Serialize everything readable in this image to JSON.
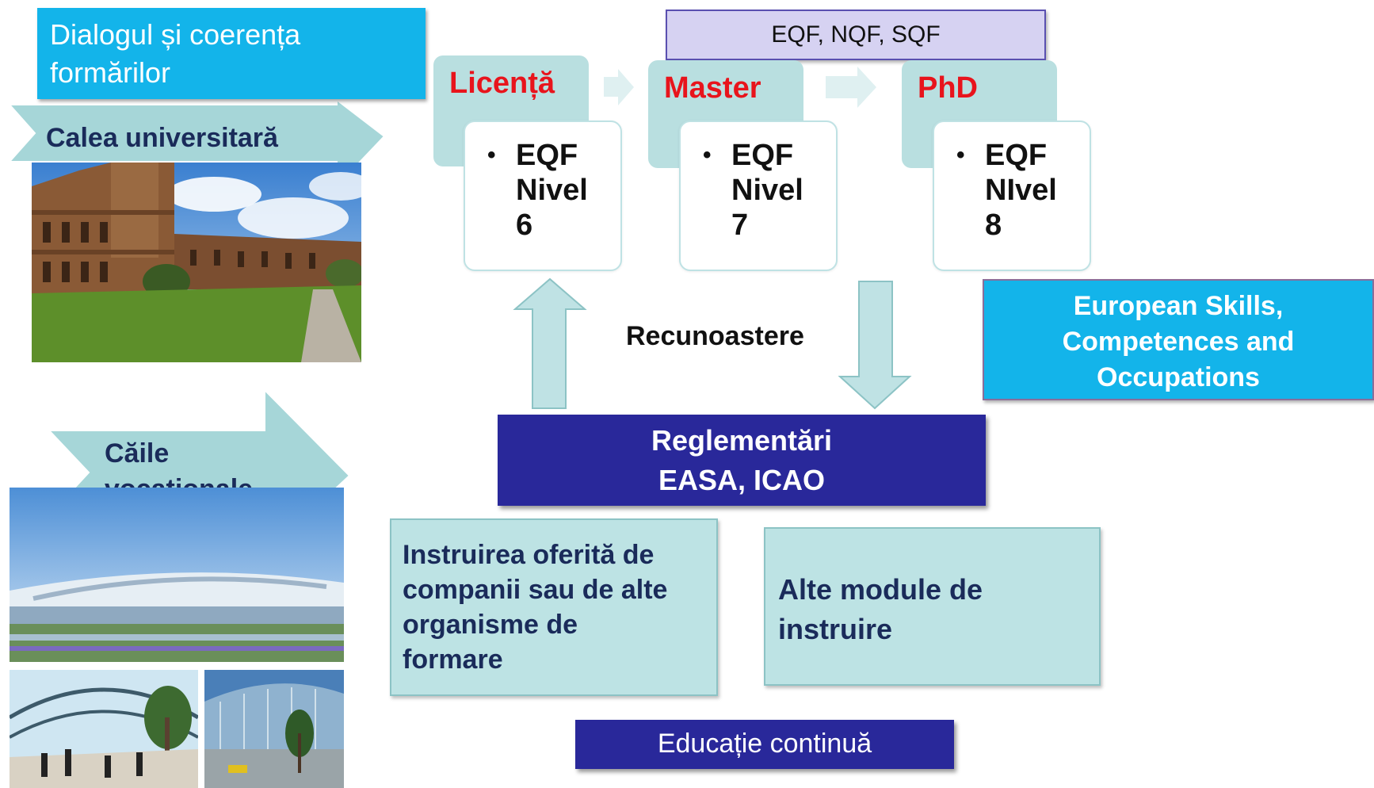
{
  "title": [
    "Dialogul  și coerența",
    "formărilor"
  ],
  "frameworks": "EQF,   NQF, SQF",
  "degrees": [
    {
      "name": "Licență",
      "level_lines": [
        "EQF",
        "Nivel",
        "6"
      ]
    },
    {
      "name": "Master",
      "level_lines": [
        "EQF",
        "Nivel",
        "7"
      ]
    },
    {
      "name": "PhD",
      "level_lines": [
        "EQF",
        "NIvel",
        "8"
      ]
    }
  ],
  "routes": {
    "university": "Calea universitară",
    "vocational": [
      "Căile",
      "vocaționale"
    ]
  },
  "recognition": "Recunoastere",
  "esco": [
    "European Skills,",
    "Competences and",
    "Occupations"
  ],
  "regulations": [
    "Reglementări",
    "EASA, ICAO"
  ],
  "training_boxes": [
    [
      "Instruirea oferită de",
      "companii sau de alte",
      "organisme de",
      "formare"
    ],
    [
      "Alte module  de",
      "instruire"
    ]
  ],
  "continuing_education": "Educație continuă",
  "colors": {
    "accent_blue": "#13b4ea",
    "dark_navy": "#29289a",
    "teal_light": "#bde3e4",
    "degree_red": "#e8141c",
    "framework_lavender": "#d6d2f2"
  }
}
